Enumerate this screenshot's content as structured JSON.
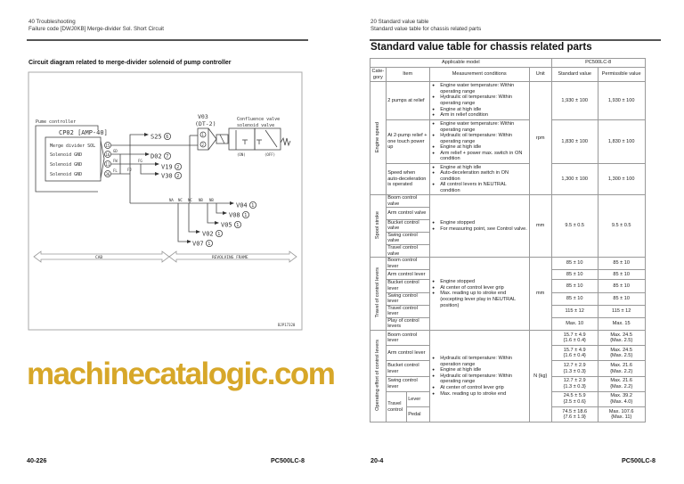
{
  "left_page": {
    "header_line1": "40 Troubleshooting",
    "header_line2": "Failure code [DWJ0KB] Merge-divider Sol. Short Circuit",
    "section_title": "Circuit diagram related to merge-divider solenoid of pump controller",
    "diagram": {
      "controller_label": "Pume controller",
      "connector": "CP02 [AMP-40]",
      "pins": [
        {
          "label": "Merge divider SOL",
          "pin": "15"
        },
        {
          "label": "Solenoid GND",
          "pin": "16"
        },
        {
          "label": "Solenoid GND",
          "pin": "11"
        },
        {
          "label": "Solenoid GND",
          "pin": "36"
        }
      ],
      "wire_labels": {
        "gd": "GD",
        "fw": "FW",
        "fl": "FL",
        "fj": "FJ",
        "fg": "FG"
      },
      "valve_connector": "V03",
      "valve_connector_type": "(DT-2)",
      "valve_pins": [
        "1",
        "2"
      ],
      "valve_title_line1": "Confluence valve",
      "valve_title_line2": "solenoid valve",
      "valve_on": "(ON)",
      "valve_off": "(OFF)",
      "destinations": [
        {
          "name": "S25",
          "ref": "6"
        },
        {
          "name": "D02",
          "ref": "7"
        },
        {
          "name": "V19",
          "ref": "2"
        },
        {
          "name": "V30",
          "ref": "2"
        },
        {
          "name": "V04",
          "ref": "1"
        },
        {
          "name": "V08",
          "ref": "1"
        },
        {
          "name": "V05",
          "ref": "1"
        },
        {
          "name": "V02",
          "ref": "1"
        },
        {
          "name": "V07",
          "ref": "1"
        }
      ],
      "bus_labels": [
        "NA",
        "NC",
        "NC",
        "NB",
        "NB"
      ],
      "zone_cab": "CAB",
      "zone_frame": "REVOLVING FRAME",
      "figure_id": "BJP17320"
    },
    "page_number": "40-226",
    "model": "PC500LC-8"
  },
  "right_page": {
    "header_line1": "20 Standard value table",
    "header_line2": "Standard value table for chassis related parts",
    "section_title": "Standard value table for chassis related parts",
    "table": {
      "applicable_model_label": "Applicable model",
      "model": "PC500LC-8",
      "columns": [
        "Cate-gory",
        "Item",
        "Measurement conditions",
        "Unit",
        "Standard value",
        "Permissible value"
      ],
      "groups": [
        {
          "category": "Engine speed",
          "unit": "rpm",
          "rows": [
            {
              "item": "2 pumps at relief",
              "conditions": [
                "Engine water temperature: Within operating range",
                "Hydraulic oil temperature: Within operating range",
                "Engine at high idle",
                "Arm in relief condition"
              ],
              "standard": "1,930 ± 100",
              "permissible": "1,930 ± 100"
            },
            {
              "item": "At 2-pump relief + one touch power up",
              "conditions": [
                "Engine water temperature: Within operating range",
                "Hydraulic oil temperature: Within operating range",
                "Engine at high idle",
                "Arm relief + power max. switch in ON condition"
              ],
              "standard": "1,830 ± 100",
              "permissible": "1,830 ± 100"
            },
            {
              "item": "Speed when auto-deceleration is operated",
              "conditions": [
                "Engine at high idle",
                "Auto-deceleration switch in ON condition",
                "All control levers in NEUTRAL condition"
              ],
              "standard": "1,300 ± 100",
              "permissible": "1,300 ± 100"
            }
          ]
        },
        {
          "category": "Spool stroke",
          "unit": "mm",
          "conditions": [
            "Engine stopped",
            "For measuring point, see Control valve."
          ],
          "standard": "9.5 ± 0.5",
          "permissible": "9.5 ± 0.5",
          "items": [
            "Boom control valve",
            "Arm control valve",
            "Bucket control valve",
            "Swing control valve",
            "Travel control valve"
          ]
        },
        {
          "category": "Travel of control levers",
          "unit": "mm",
          "conditions": [
            "Engine stopped",
            "At center of control lever grip",
            "Max. reading up to stroke end (excepting lever play in NEUTRAL position)"
          ],
          "rows": [
            {
              "item": "Boom control lever",
              "standard": "85 ± 10",
              "permissible": "85 ± 10"
            },
            {
              "item": "Arm control lever",
              "standard": "85 ± 10",
              "permissible": "85 ± 10"
            },
            {
              "item": "Bucket control lever",
              "standard": "85 ± 10",
              "permissible": "85 ± 10"
            },
            {
              "item": "Swing control lever",
              "standard": "85 ± 10",
              "permissible": "85 ± 10"
            },
            {
              "item": "Travel control lever",
              "standard": "115 ± 12",
              "permissible": "115 ± 12"
            },
            {
              "item": "Play of control levers",
              "standard": "Max. 10",
              "permissible": "Max. 15"
            }
          ]
        },
        {
          "category": "Operating effort of control levers",
          "unit": "N {kg}",
          "conditions": [
            "Hydraulic oil temperature: Within operation range",
            "Engine at high idle",
            "Hydraulic oil temperature: Within operating range",
            "At center of control lever grip",
            "Max. reading up to stroke end"
          ],
          "travel_control_label": "Travel control",
          "rows": [
            {
              "item": "Boom control lever",
              "standard": "15.7 ± 4.9\n{1.6 ± 0.4}",
              "permissible": "Max. 24.5\n{Max. 2.5}"
            },
            {
              "item": "Arm control lever",
              "standard": "15.7 ± 4.9\n{1.6 ± 0.4}",
              "permissible": "Max. 24.5\n{Max. 2.5}"
            },
            {
              "item": "Bucket control lever",
              "standard": "12.7 ± 2.9\n{1.3 ± 0.3}",
              "permissible": "Max. 21.6\n{Max. 2.2}"
            },
            {
              "item": "Swing control lever",
              "standard": "12.7 ± 2.9\n{1.3 ± 0.3}",
              "permissible": "Max. 21.6\n{Max. 2.2}"
            },
            {
              "item": "Lever",
              "standard": "24.5 ± 5.9\n{2.5 ± 0.6}",
              "permissible": "Max. 39.2\n{Max. 4.0}"
            },
            {
              "item": "Pedal",
              "standard": "74.5 ± 18.6\n{7.6 ± 1.9}",
              "permissible": "Max. 107.6\n{Max. 11}"
            }
          ]
        }
      ]
    },
    "page_number": "20-4",
    "model": "PC500LC-8"
  },
  "watermark": "machinecatalogic.com",
  "colors": {
    "watermark": "#d4a017",
    "rule": "#555555"
  }
}
